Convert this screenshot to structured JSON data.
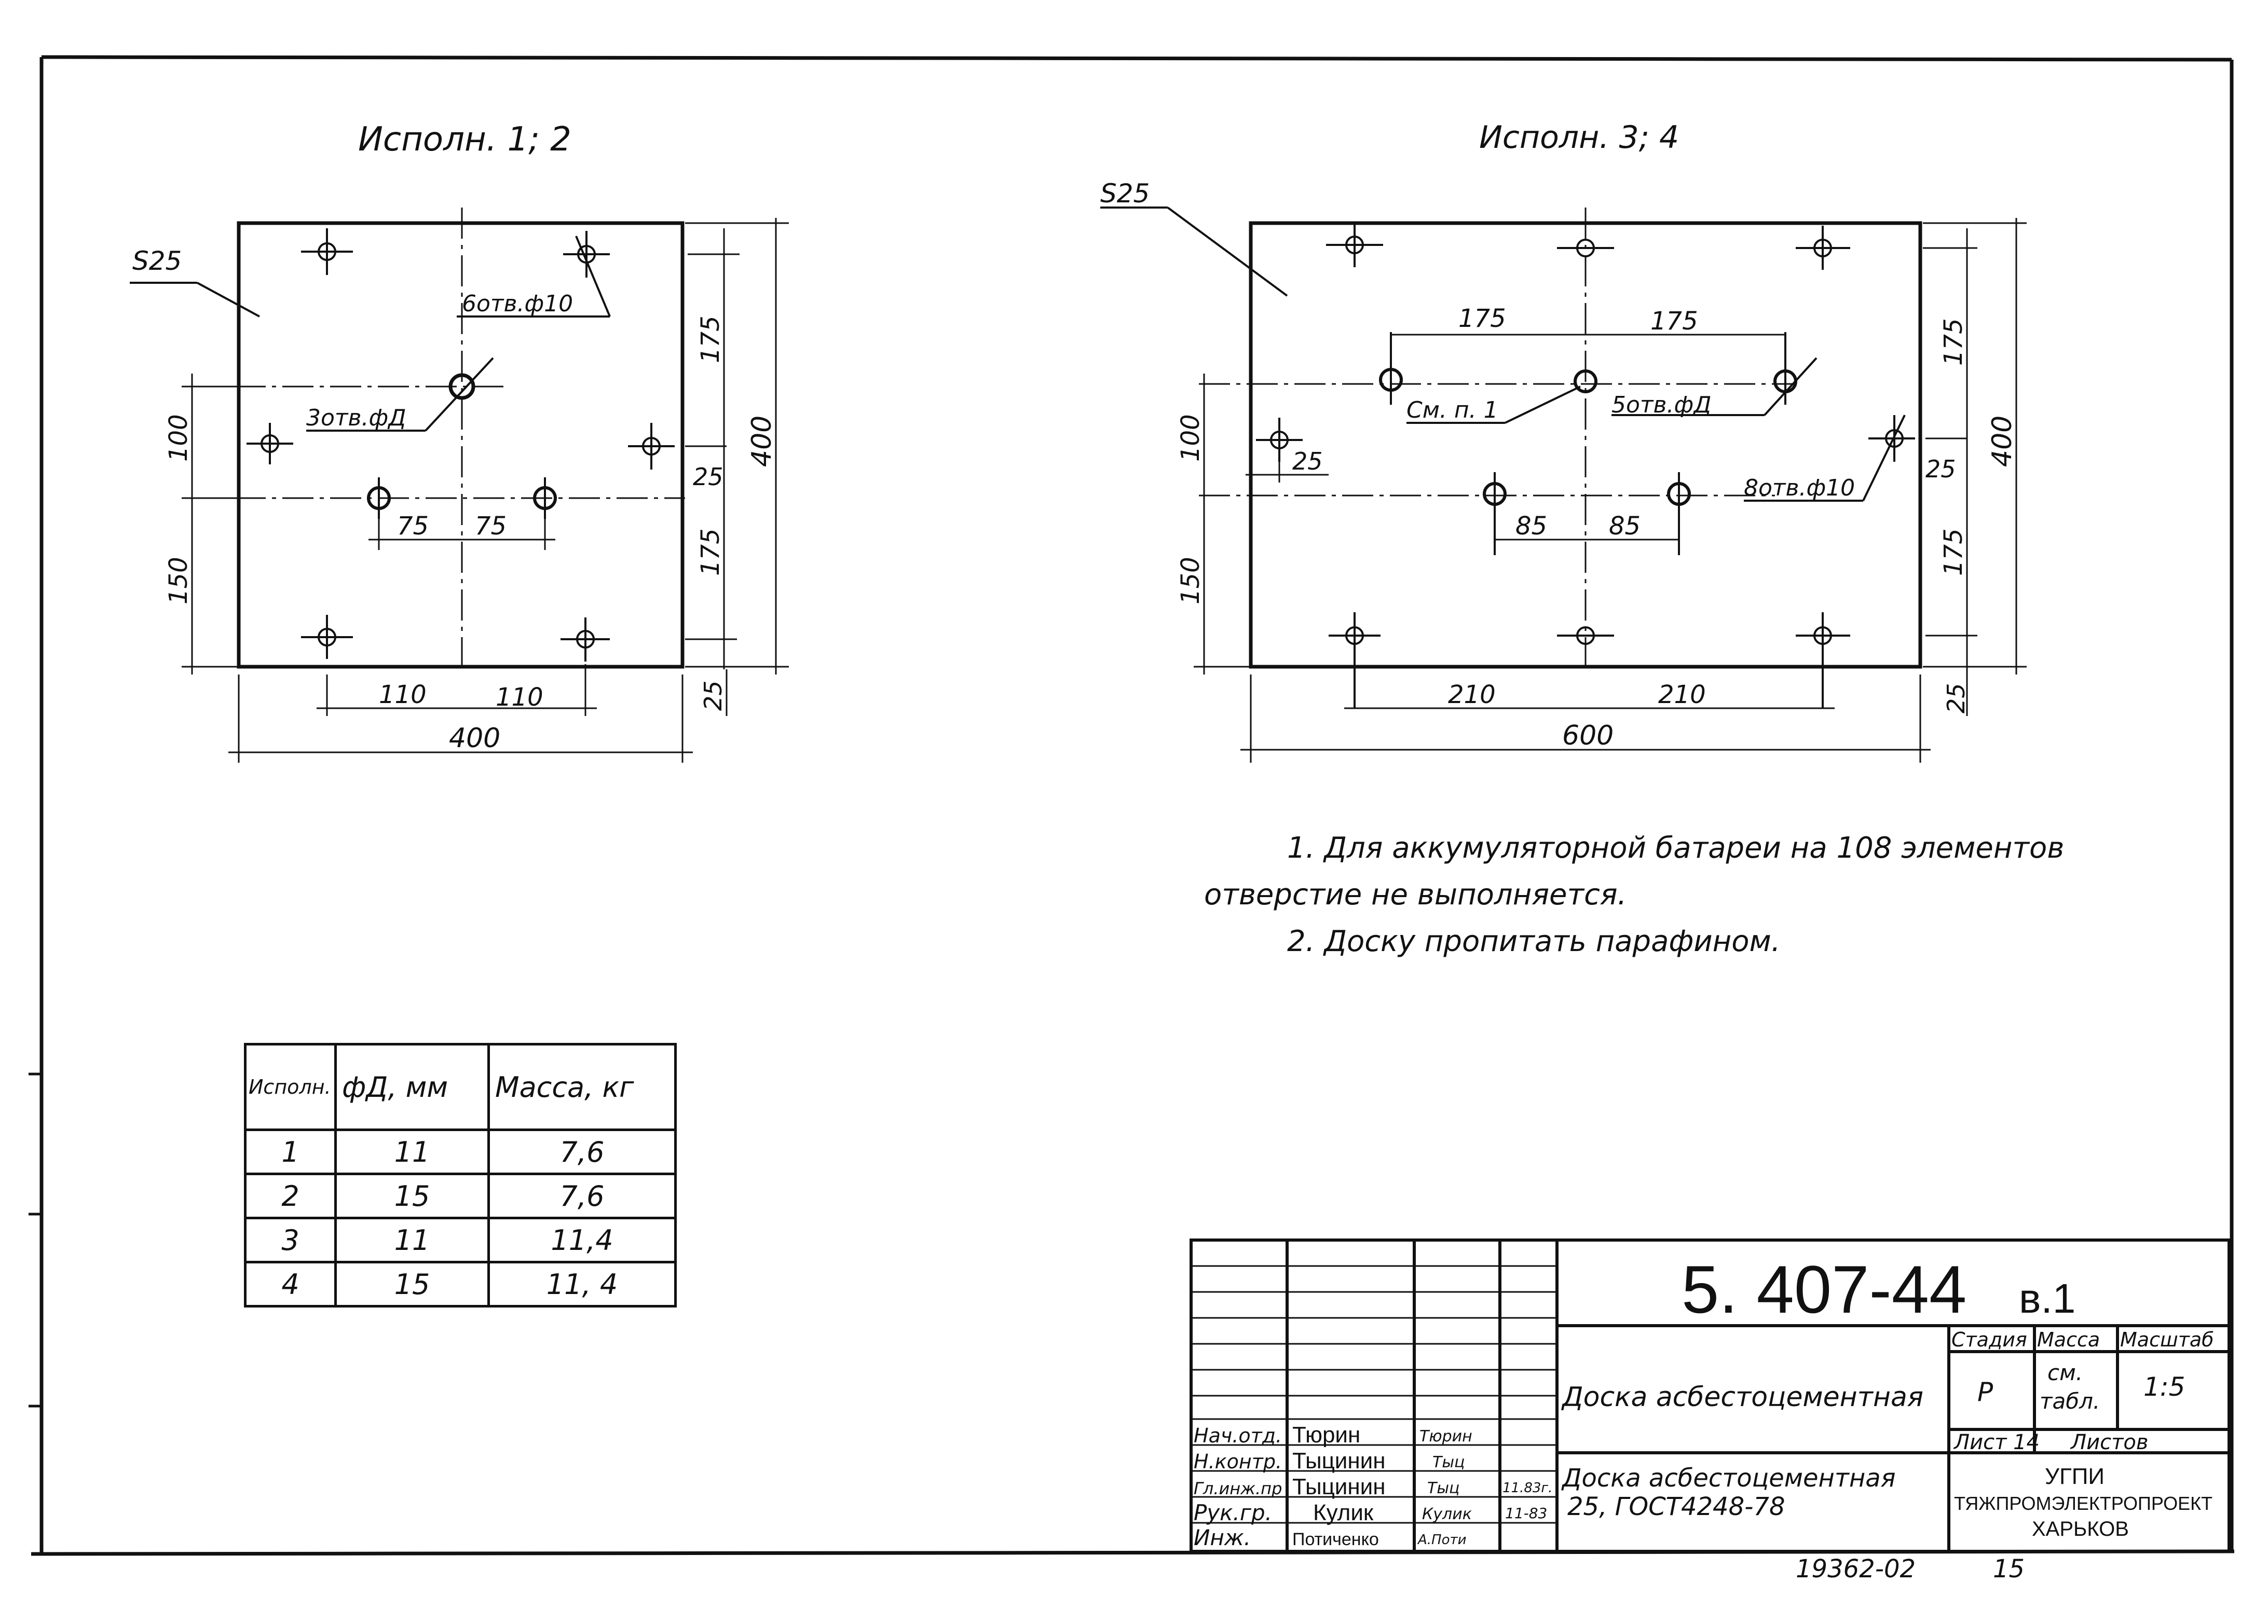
{
  "left_view": {
    "title": "Исполн. 1; 2",
    "material": "S25",
    "holes_6_label": "6отв.ф10",
    "holes_3_label": "3отв.фД",
    "dims": {
      "d175_top": "175",
      "d400_right": "400",
      "d25_mid": "25",
      "d175_bot": "175",
      "d25_bot": "25",
      "d100_left": "100",
      "d150_left": "150",
      "d75_a": "75",
      "d75_b": "75",
      "d110_a": "110",
      "d110_b": "110",
      "d400_bottom": "400"
    }
  },
  "right_view": {
    "title": "Исполн. 3; 4",
    "material": "S25",
    "cm_note": "См. п. 1",
    "holes_5_label": "5отв.фД",
    "holes_8_label": "8отв.ф10",
    "dims": {
      "d175_a": "175",
      "d175_b": "175",
      "d85_a": "85",
      "d85_b": "85",
      "d210_a": "210",
      "d210_b": "210",
      "d600": "600",
      "d100_left": "100",
      "d150_left": "150",
      "d25_left": "25",
      "d175_r_top": "175",
      "d400_r": "400",
      "d25_r_mid": "25",
      "d175_r_bot": "175",
      "d25_r_bot": "25"
    }
  },
  "notes": {
    "n1_line1": "1. Для аккумуляторной батареи на 108 элементов",
    "n1_line2": "отверстие не выполняется.",
    "n2": "2. Доску пропитать парафином."
  },
  "table": {
    "headers": [
      "Исполн.",
      "фД, мм",
      "Масса, кг"
    ],
    "rows": [
      [
        "1",
        "11",
        "7,6"
      ],
      [
        "2",
        "15",
        "7,6"
      ],
      [
        "3",
        "11",
        "11,4"
      ],
      [
        "4",
        "15",
        "11, 4"
      ]
    ]
  },
  "title_block": {
    "doc_number": "5. 407-44",
    "doc_suffix": "в.1",
    "name": "Доска асбестоцементная",
    "stage_label": "Стадия",
    "mass_label": "Масса",
    "scale_label": "Масштаб",
    "stage_value": "Р",
    "mass_value_1": "см.",
    "mass_value_2": "табл.",
    "scale_value": "1:5",
    "sheet_label": "Лист 14",
    "sheets_label": "Листов",
    "material_line1": "Доска асбестоцементная",
    "material_line2": "25, ГОСТ4248-78",
    "org_line1": "УГПИ",
    "org_line2": "ТЯЖПРОМЭЛЕКТРОПРОЕКТ",
    "org_line3": "ХАРЬКОВ",
    "signers": [
      {
        "role": "Нач.отд.",
        "name": "Тюрин",
        "sign": "Тюрин",
        "date": ""
      },
      {
        "role": "Н.контр.",
        "name": "Тыцинин",
        "sign": "Тыц",
        "date": ""
      },
      {
        "role": "Гл.инж.пр",
        "name": "Тыцинин",
        "sign": "Тыц",
        "date": "11.83г."
      },
      {
        "role": "Рук.гр.",
        "name": "Кулик",
        "sign": "Кулик",
        "date": "11-83"
      },
      {
        "role": "Инж.",
        "name": "Потиченко",
        "sign": "А.Поти",
        "date": ""
      }
    ]
  },
  "footer": {
    "inventory": "19362-02",
    "page": "15"
  }
}
